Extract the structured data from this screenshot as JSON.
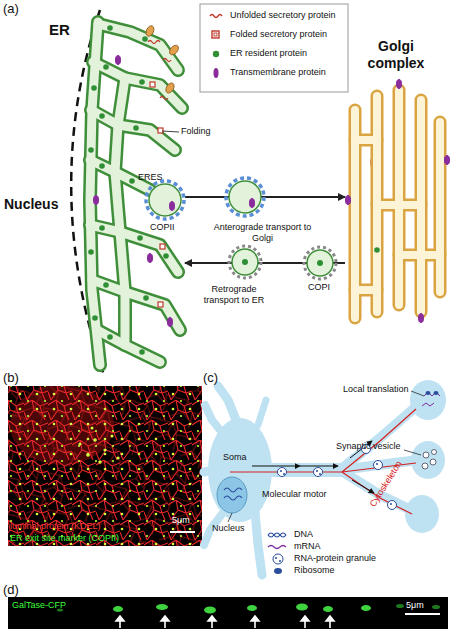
{
  "diagram": {
    "nodes": [
      {
        "text": [
          "ER"
        ]
      },
      {
        "text": [
          "Golgi complex"
        ]
      }
    ],
    "edges": [
      {
        "from": 0,
        "to": 1,
        "arrow": "to",
        "label": "Anterograde transport to Golgi"
      },
      {
        "from": 1,
        "to": 0,
        "arrow": "to",
        "label": "Retrograde transport to ER"
      }
    ],
    "labels": [
      "(a)",
      "Nucleus",
      "Folding",
      "ERES",
      "COPII",
      "COPI",
      "(b)",
      "5μm",
      "luminal protein (KDEL)",
      "ER exit site marker (COPII)",
      "(c)",
      "Local translation",
      "Synaptic vesicle",
      "Soma",
      "Molecular motor",
      "Nucleus",
      "Cytoskeleton",
      "(d)",
      "GalTase-CFP",
      "5μm"
    ],
    "legend": [
      {
        "text": "Unfolded secretory protein"
      },
      {
        "text": "Folded secretory protein"
      },
      {
        "text": "ER resident protein"
      },
      {
        "text": "Transmembrane protein"
      },
      {
        "text": "DNA"
      },
      {
        "text": "mRNA"
      },
      {
        "text": "RNA-protein granule"
      },
      {
        "text": "Ribosome"
      }
    ]
  }
}
